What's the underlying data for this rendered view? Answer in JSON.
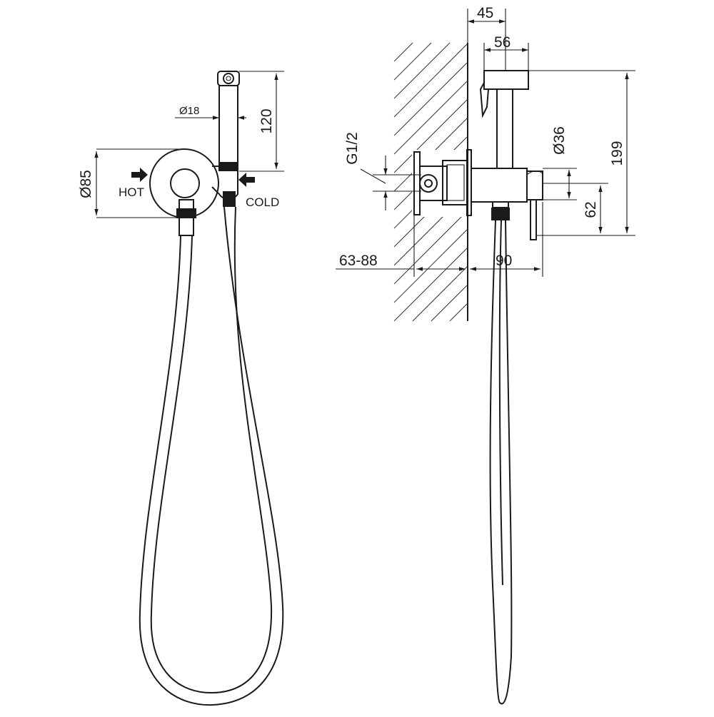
{
  "labels": {
    "hot": "HOT",
    "cold": "COLD"
  },
  "dimensions": {
    "hose_diameter": "Ø18",
    "handset_length": "120",
    "plate_diameter": "Ø85",
    "body_depth": "45",
    "handset_width": "56",
    "body_diameter": "Ø36",
    "total_height": "199",
    "lever_height": "62",
    "thread": "G1/2",
    "install_depth": "63-88",
    "projection": "90"
  }
}
